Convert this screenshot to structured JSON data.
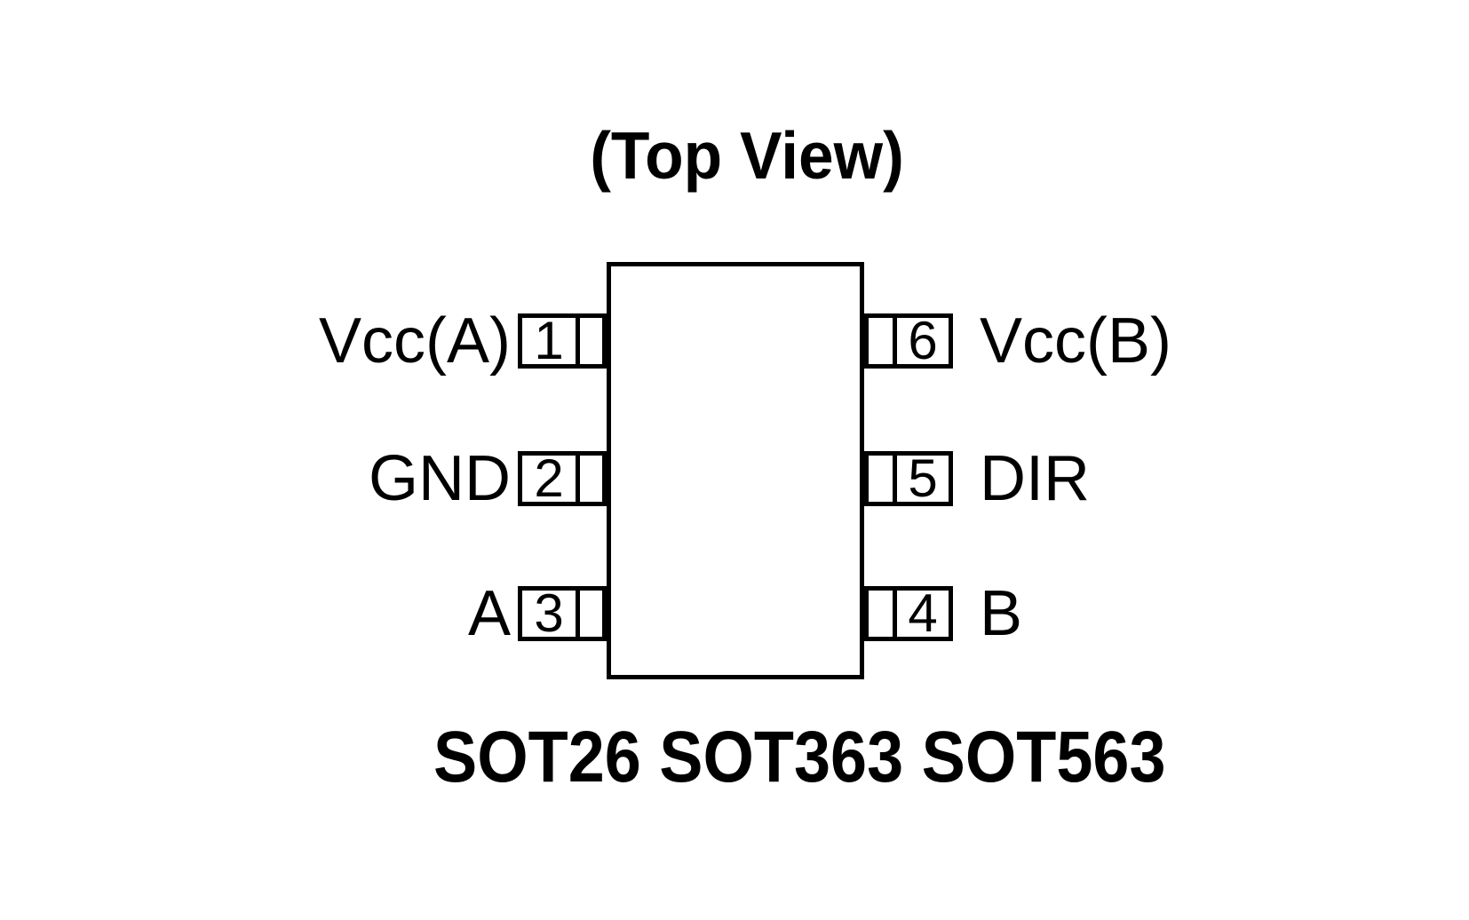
{
  "title": "(Top View)",
  "caption": "SOT26 SOT363 SOT563",
  "pins": {
    "left": [
      {
        "number": "1",
        "label": "Vcc(A)"
      },
      {
        "number": "2",
        "label": "GND"
      },
      {
        "number": "3",
        "label": "A"
      }
    ],
    "right": [
      {
        "number": "6",
        "label": "Vcc(B)"
      },
      {
        "number": "5",
        "label": "DIR"
      },
      {
        "number": "4",
        "label": "B"
      }
    ]
  },
  "colors": {
    "line": "#000000",
    "background": "#ffffff",
    "text": "#000000"
  }
}
